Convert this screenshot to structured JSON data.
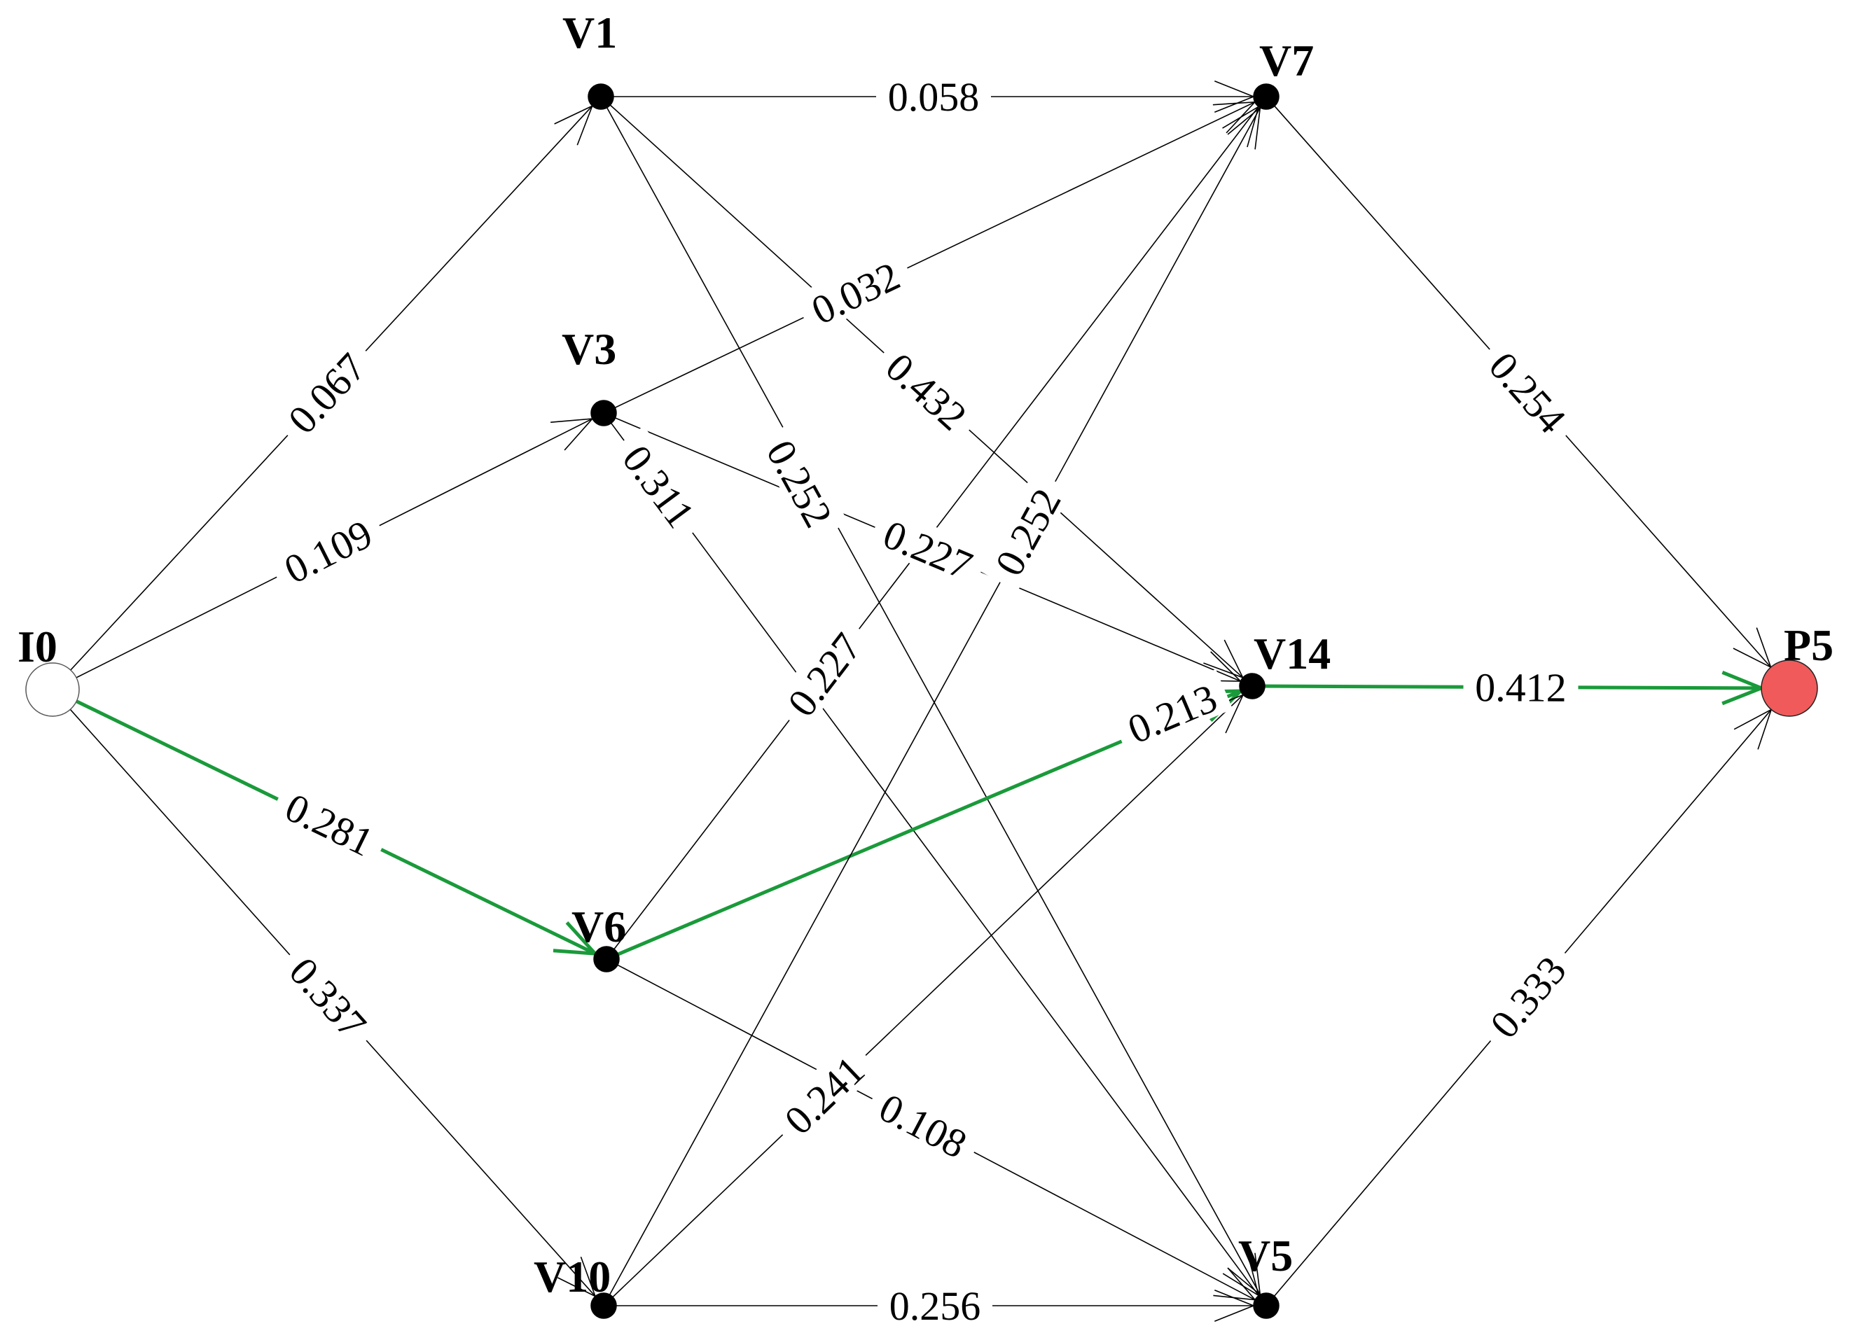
{
  "diagram": {
    "colors": {
      "edge": "#000000",
      "highlight": "#1a9a3a",
      "node_fill": "#000000",
      "start_fill": "#ffffff",
      "end_fill": "#f05a5a",
      "background": "#ffffff"
    },
    "nodes": [
      {
        "id": "I0",
        "label": "I0",
        "kind": "start"
      },
      {
        "id": "V1",
        "label": "V1",
        "kind": "normal"
      },
      {
        "id": "V3",
        "label": "V3",
        "kind": "normal"
      },
      {
        "id": "V6",
        "label": "V6",
        "kind": "normal"
      },
      {
        "id": "V10",
        "label": "V10",
        "kind": "normal"
      },
      {
        "id": "V7",
        "label": "V7",
        "kind": "normal"
      },
      {
        "id": "V14",
        "label": "V14",
        "kind": "normal"
      },
      {
        "id": "V5",
        "label": "V5",
        "kind": "normal"
      },
      {
        "id": "P5",
        "label": "P5",
        "kind": "end"
      }
    ],
    "edges": [
      {
        "from": "I0",
        "to": "V1",
        "label": "0.067",
        "highlight": false
      },
      {
        "from": "I0",
        "to": "V3",
        "label": "0.109",
        "highlight": false
      },
      {
        "from": "I0",
        "to": "V6",
        "label": "0.281",
        "highlight": true
      },
      {
        "from": "I0",
        "to": "V10",
        "label": "0.337",
        "highlight": false
      },
      {
        "from": "V1",
        "to": "V7",
        "label": "0.058",
        "highlight": false
      },
      {
        "from": "V1",
        "to": "V14",
        "label": "0.432",
        "highlight": false
      },
      {
        "from": "V1",
        "to": "V5",
        "label": "0.252",
        "highlight": false
      },
      {
        "from": "V3",
        "to": "V7",
        "label": "0.032",
        "highlight": false
      },
      {
        "from": "V3",
        "to": "V14",
        "label": "0.227",
        "highlight": false
      },
      {
        "from": "V3",
        "to": "V5",
        "label": "0.311",
        "highlight": false
      },
      {
        "from": "V6",
        "to": "V7",
        "label": "0.227",
        "highlight": false
      },
      {
        "from": "V6",
        "to": "V14",
        "label": "0.213",
        "highlight": true
      },
      {
        "from": "V6",
        "to": "V5",
        "label": "0.108",
        "highlight": false
      },
      {
        "from": "V10",
        "to": "V7",
        "label": "0.252",
        "highlight": false
      },
      {
        "from": "V10",
        "to": "V14",
        "label": "0.241",
        "highlight": false
      },
      {
        "from": "V10",
        "to": "V5",
        "label": "0.256",
        "highlight": false
      },
      {
        "from": "V7",
        "to": "P5",
        "label": "0.254",
        "highlight": false
      },
      {
        "from": "V14",
        "to": "P5",
        "label": "0.412",
        "highlight": true
      },
      {
        "from": "V5",
        "to": "P5",
        "label": "0.333",
        "highlight": false
      }
    ]
  }
}
